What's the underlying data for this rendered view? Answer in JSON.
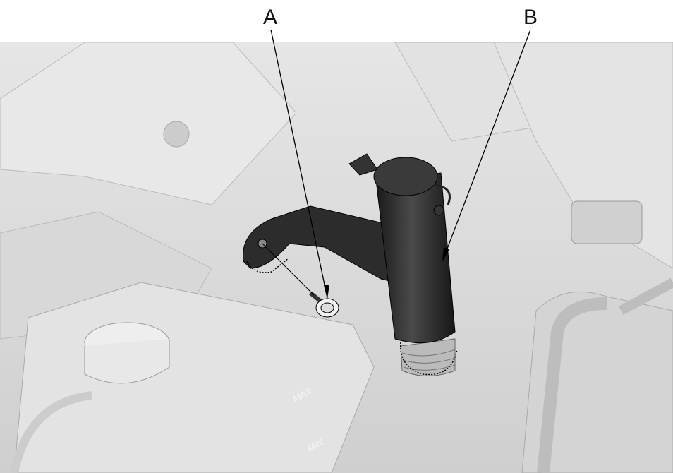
{
  "callouts": {
    "a": {
      "label": "A",
      "part": "bolt"
    },
    "b": {
      "label": "B",
      "part": "washer-reservoir-filler-neck"
    }
  },
  "reservoir_marks": {
    "max": "MAX",
    "min": "MIN"
  },
  "colors": {
    "background": "#ffffff",
    "engine": "#dcdcdc",
    "engine_dark": "#bdbdbd",
    "part_highlight": "#2a2a2a",
    "line": "#000000"
  }
}
